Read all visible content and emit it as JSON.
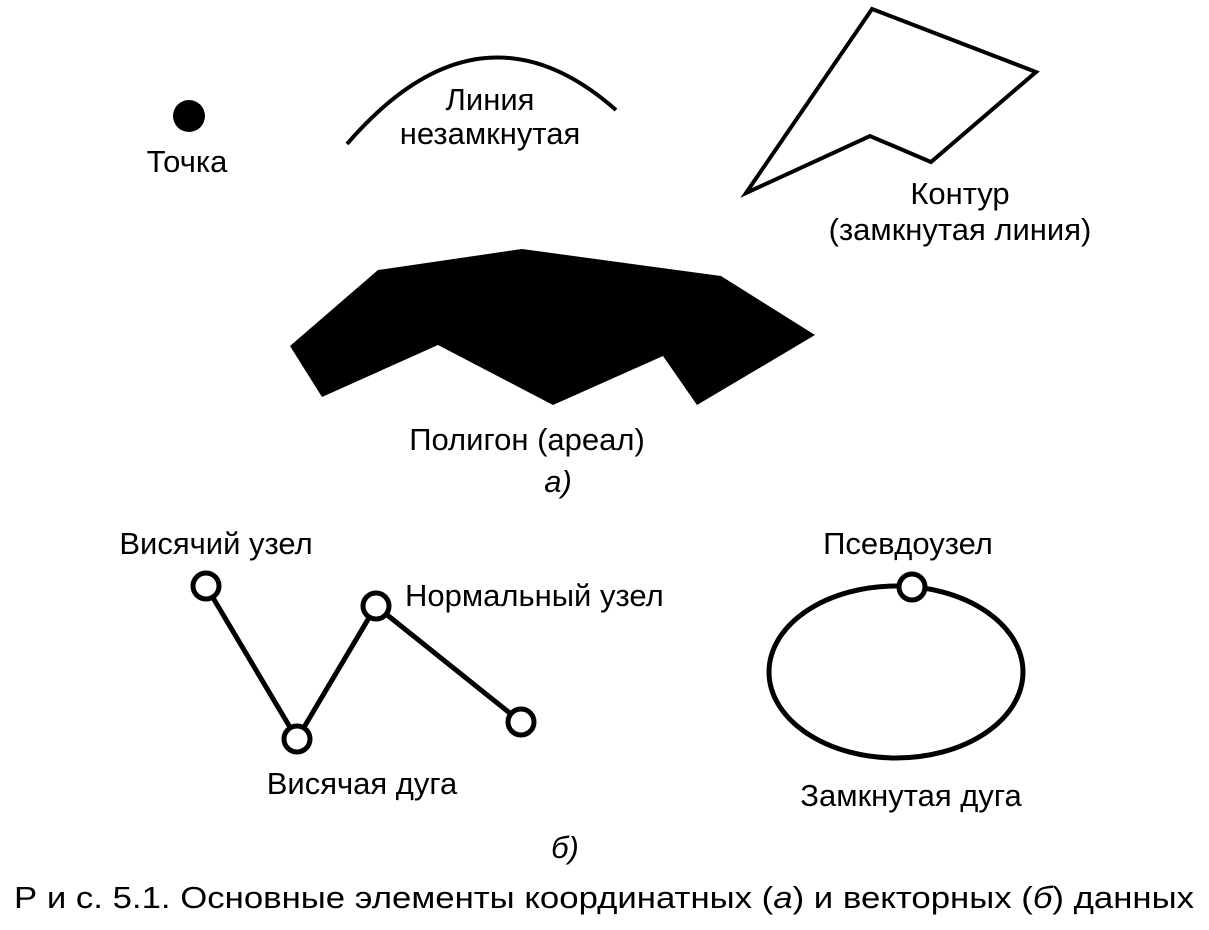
{
  "part_a": {
    "point_label": "Точка",
    "open_line_label_1": "Линия",
    "open_line_label_2": "незамкнутая",
    "contour_label_1": "Контур",
    "contour_label_2": "(замкнутая линия)",
    "polygon_label": "Полигон (ареал)",
    "panel_letter": "а)"
  },
  "part_b": {
    "dangling_node_label": "Висячий узел",
    "normal_node_label": "Нормальный узел",
    "dangling_arc_label": "Висячая дуга",
    "pseudonode_label": "Псевдоузел",
    "closed_arc_label": "Замкнутая дуга",
    "panel_letter": "б)"
  },
  "caption": {
    "prefix": "Р и с. 5.1. Основные элементы координатных (",
    "a_letter": "а",
    "middle": ") и векторных (",
    "b_letter": "б",
    "suffix": ") данных"
  }
}
